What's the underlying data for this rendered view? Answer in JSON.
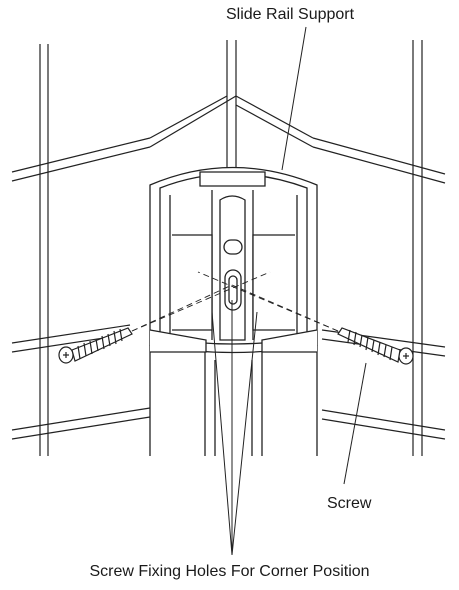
{
  "labels": {
    "slide_rail_support": "Slide Rail Support",
    "screw": "Screw",
    "fixing_holes": "Screw Fixing Holes For Corner Position"
  }
}
